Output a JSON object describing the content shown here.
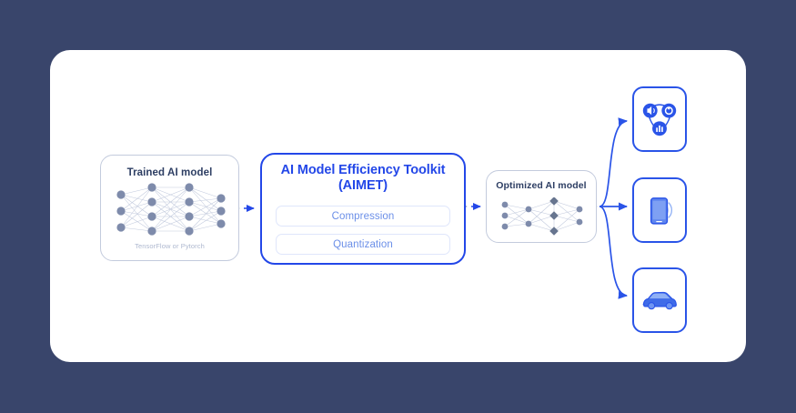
{
  "theme": {
    "page_background": "#39456b",
    "card_background": "#ffffff",
    "accent_blue": "#2347e8",
    "device_blue": "#2a54e8",
    "light_blue_label": "#6b8fe8",
    "dark_navy_text": "#2d3e63",
    "muted_text": "#aeb8cf",
    "node_gray": "#7e8bab",
    "box_border": "#c3cbdd",
    "pill_border": "#dfe6fb"
  },
  "diagram": {
    "type": "flow-diagram",
    "title": "AI Model Efficiency Toolkit workflow",
    "stages": [
      {
        "id": "trained-model",
        "title": "Trained AI model",
        "subtitle": "TensorFlow or Pytorch",
        "graphic": "neural-network",
        "layers": [
          3,
          4,
          4,
          3
        ],
        "node_shape": "circle"
      },
      {
        "id": "aimet",
        "title_line1": "AI Model Efficiency Toolkit",
        "title_line2": "(AIMET)",
        "features": [
          {
            "id": "compression",
            "label": "Compression"
          },
          {
            "id": "quantization",
            "label": "Quantization"
          }
        ]
      },
      {
        "id": "optimized-model",
        "title": "Optimized AI model",
        "graphic": "neural-network",
        "layers": [
          3,
          2,
          3,
          2
        ],
        "node_shape": "circle-and-diamond"
      }
    ],
    "targets": [
      {
        "id": "sensors",
        "icon": "sensors-icon",
        "label": "audio, vision and analytics sensors"
      },
      {
        "id": "phone",
        "icon": "smartphone-icon",
        "label": "smartphone"
      },
      {
        "id": "automotive",
        "icon": "car-icon",
        "label": "automotive"
      }
    ],
    "connectors": [
      {
        "id": "trained-to-aimet",
        "style": "dashed-arrow",
        "color": "#2347e8"
      },
      {
        "id": "aimet-to-optimized",
        "style": "dashed-arrow",
        "color": "#2347e8"
      },
      {
        "id": "optimized-to-sensors",
        "style": "curved-arrow",
        "color": "#2a54e8"
      },
      {
        "id": "optimized-to-phone",
        "style": "straight-arrow",
        "color": "#2a54e8"
      },
      {
        "id": "optimized-to-automotive",
        "style": "curved-arrow",
        "color": "#2a54e8"
      }
    ]
  }
}
